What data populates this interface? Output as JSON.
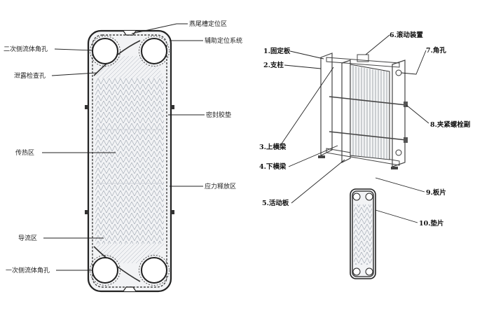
{
  "plate_labels": {
    "swallowtail": "燕尾槽定位区",
    "aux_position": "辅助定位系统",
    "secondary_port": "二次侧流体角孔",
    "leak_check": "泄露检查孔",
    "gasket": "密封胶垫",
    "heat_transfer": "传热区",
    "stress_release": "应力释放区",
    "distribution": "导流区",
    "primary_port": "一次侧流体角孔"
  },
  "assembly_labels": {
    "fixed_plate": "1.固定板",
    "support_column": "2.支柱",
    "upper_beam": "3.上横梁",
    "lower_beam": "4.下横梁",
    "movable_plate": "5.活动板",
    "roller": "6.滚动装置",
    "corner_hole": "7.角孔",
    "clamping_bolt": "8.夹紧螺栓副",
    "plate": "9.板片",
    "gasket": "10.垫片"
  },
  "colors": {
    "line": "#222222",
    "plate_fill": "#f2f3f5",
    "pattern": "#9aa2ad"
  }
}
